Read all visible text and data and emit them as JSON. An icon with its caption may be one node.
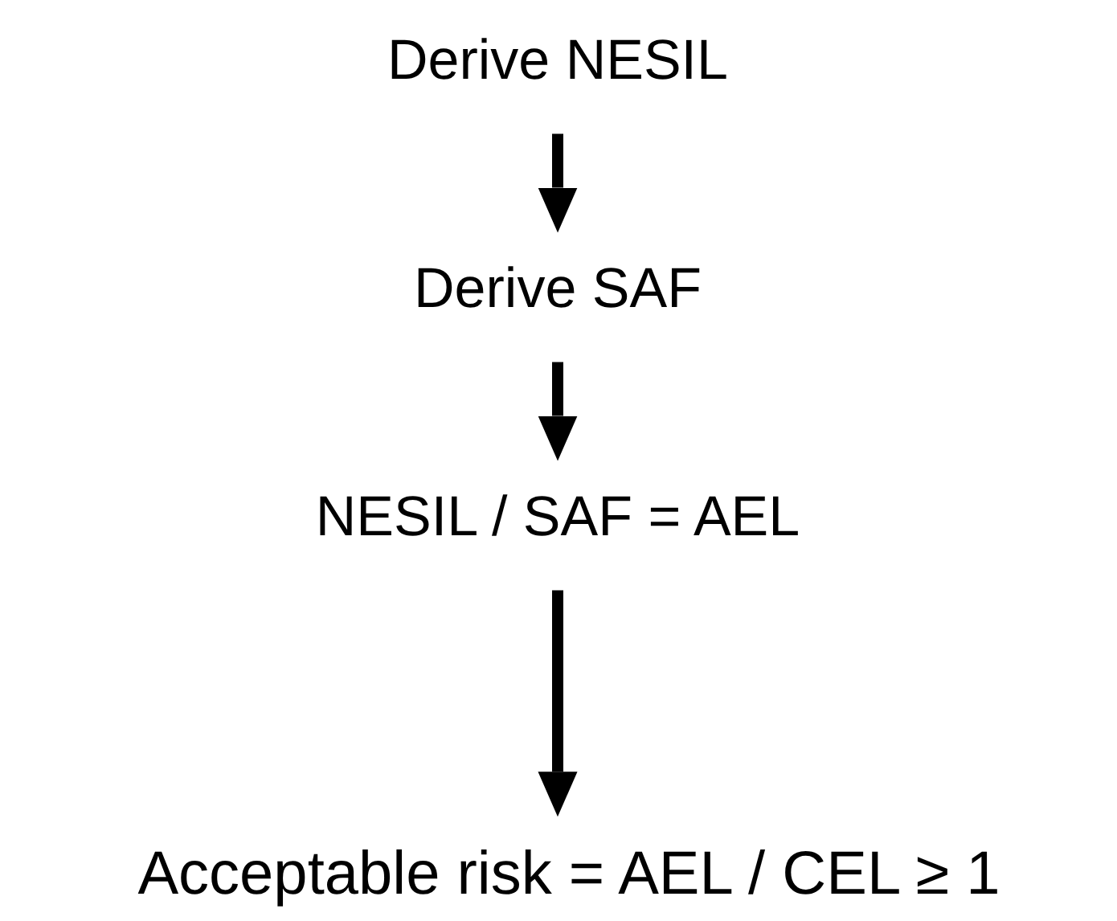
{
  "diagram": {
    "nodes": [
      {
        "text": [
          "Derive NESIL"
        ]
      },
      {
        "text": [
          "Derive SAF"
        ]
      },
      {
        "text": [
          "NESIL / SAF = AEL"
        ]
      },
      {
        "text": [
          "Acceptable risk = AEL / CEL ≥ 1"
        ]
      }
    ],
    "edges": [
      {
        "from": 0,
        "to": 1,
        "arrow": "to"
      },
      {
        "from": 1,
        "to": 2,
        "arrow": "to"
      },
      {
        "from": 2,
        "to": 3,
        "arrow": "to"
      }
    ]
  }
}
